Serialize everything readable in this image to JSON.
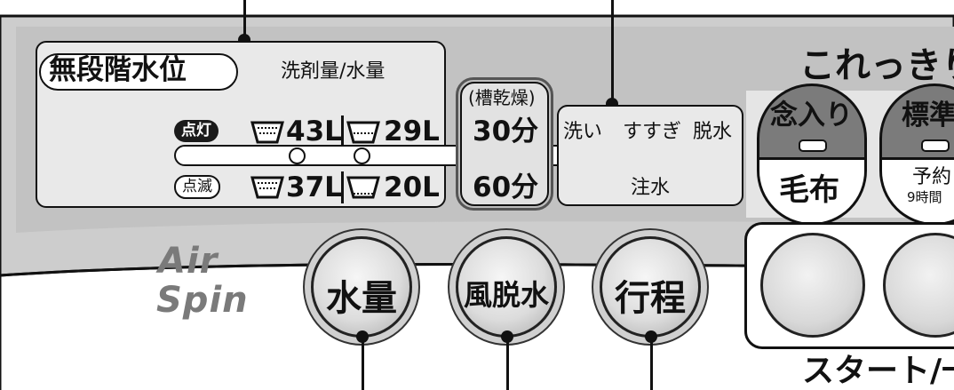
{
  "water_level_group": {
    "title": "無段階水位",
    "subtitle": "洗剤量/水量",
    "lit_badge": "点灯",
    "blink_badge": "点滅",
    "lit_values": [
      "43L",
      "29L"
    ],
    "blink_values": [
      "37L",
      "20L"
    ]
  },
  "tub_dry_group": {
    "title": "(槽乾燥)",
    "top_value": "30分",
    "bottom_value": "60分"
  },
  "process_group": {
    "labels": [
      "洗い",
      "すすぎ",
      "脱水"
    ],
    "bottom_label": "注水"
  },
  "course_area": {
    "heading": "これっきり",
    "buttons": [
      {
        "top": "念入り",
        "bottom": "毛布"
      },
      {
        "top": "標準",
        "bottom": "予約",
        "bottom_sub": "9時間"
      }
    ]
  },
  "brand": {
    "line1": "Air",
    "line2": "Spin"
  },
  "buttons": {
    "water_amount": "水量",
    "air_dry": "風脱水",
    "course": "行程"
  },
  "start_label": "スタート/一",
  "colors": {
    "panel_gray": "#c9c9c9",
    "panel_light": "#ececec",
    "outline": "#111111",
    "badge_dark": "#1a1a1a"
  }
}
